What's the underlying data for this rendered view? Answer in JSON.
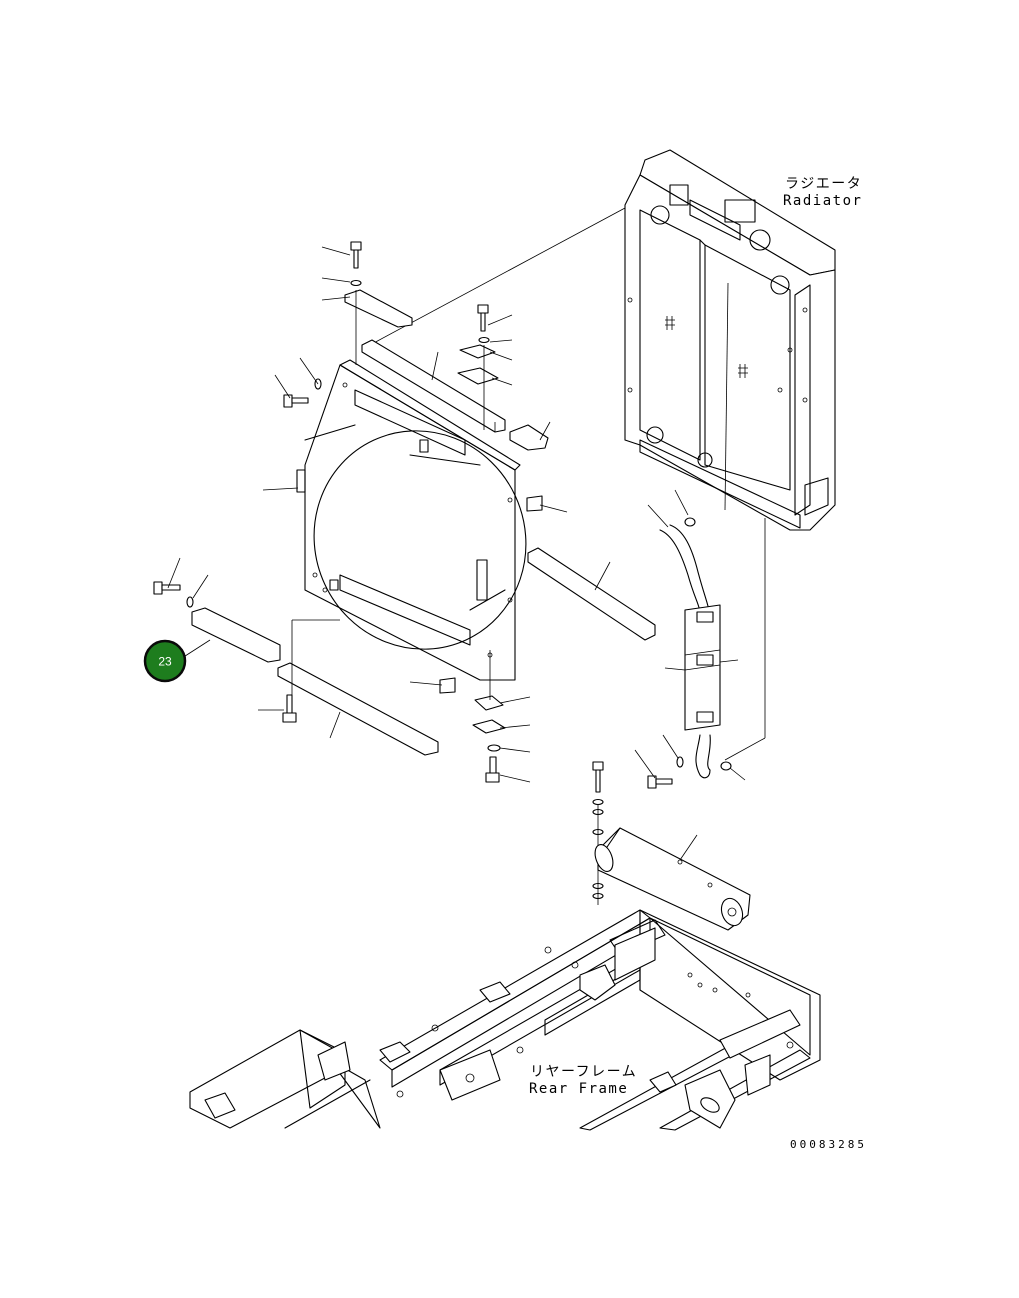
{
  "labels": {
    "radiator_jp": "ラジエータ",
    "radiator_en": "Radiator",
    "rear_frame_jp": "リヤーフレーム",
    "rear_frame_en": "Rear Frame",
    "drawing_code": "00083285"
  },
  "callouts": [
    {
      "number": "23",
      "color": "#1e7d1e",
      "ring": "#0a0a0a"
    }
  ],
  "colors": {
    "line": "#000000",
    "background": "#ffffff"
  }
}
